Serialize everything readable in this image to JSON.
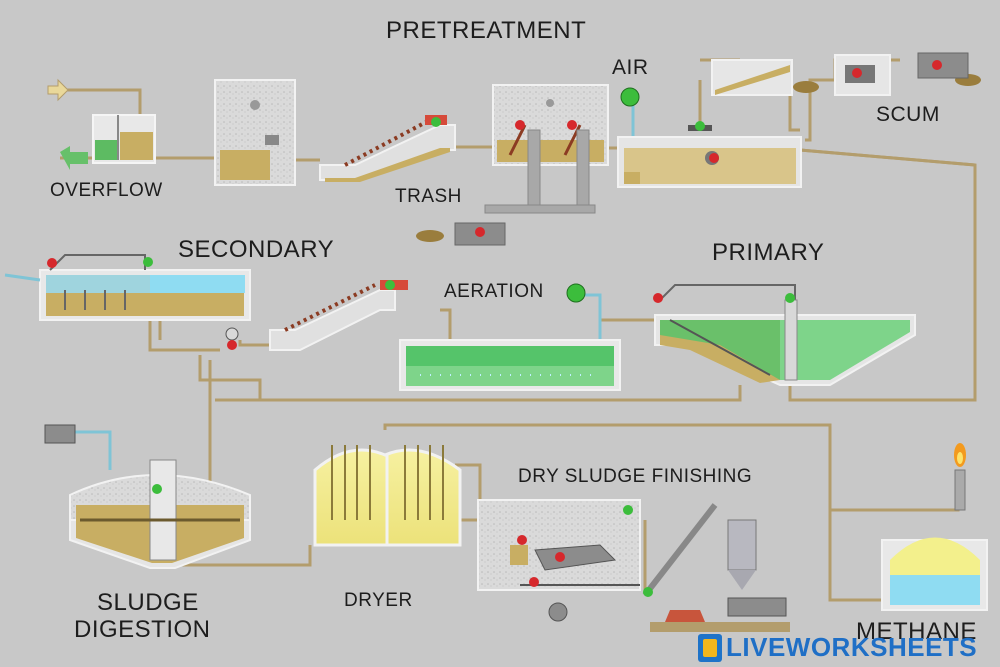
{
  "labels": {
    "pretreatment": "PRETREATMENT",
    "air": "AIR",
    "scum": "SCUM",
    "overflow": "OVERFLOW",
    "trash": "TRASH",
    "secondary": "SECONDARY",
    "primary": "PRIMARY",
    "aeration": "AERATION",
    "dry_sludge_finishing": "DRY SLUDGE FINISHING",
    "sludge": "SLUDGE",
    "digestion": "DIGESTION",
    "dryer": "DRYER",
    "methane": "METHANE"
  },
  "watermark": {
    "text": "LIVEWORKSHEETS"
  },
  "colors": {
    "background": "#c8c8c8",
    "pipe": "#b39d6c",
    "water": "#8fdcf2",
    "sludge": "#c8ae63",
    "aeration_green": "#55c46a",
    "tank_outline": "#f0f0f0",
    "valve_red": "#d6282c",
    "valve_green": "#3cbd3c",
    "dryer_yellow": "#f2ea86",
    "methane_yellow": "#f3f08c",
    "watermark_blue": "#1f6fc6"
  }
}
